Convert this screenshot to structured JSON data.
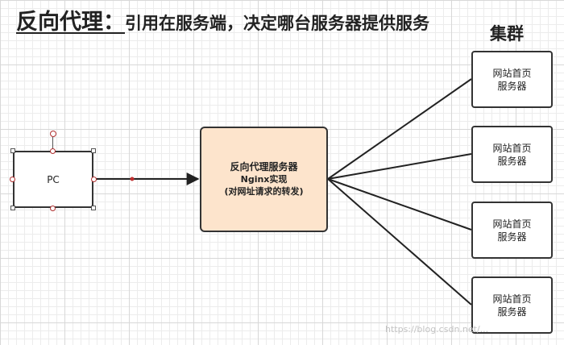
{
  "title": {
    "main": "反向代理：",
    "rest": "引用在服务端，决定哪台服务器提供服务"
  },
  "cluster_label": "集群",
  "pc": {
    "label": "PC"
  },
  "proxy": {
    "line1": "反向代理服务器",
    "line2": "Nginx实现",
    "line3": "(对网址请求的转发)"
  },
  "servers": [
    {
      "line1": "网站首页",
      "line2": "服务器"
    },
    {
      "line1": "网站首页",
      "line2": "服务器"
    },
    {
      "line1": "网站首页",
      "line2": "服务器"
    },
    {
      "line1": "网站首页",
      "line2": "服务器"
    }
  ],
  "watermark": "https://blog.csdn.net/..."
}
